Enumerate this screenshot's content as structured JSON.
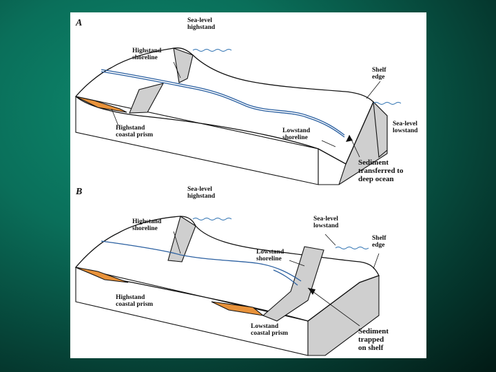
{
  "panel_a": {
    "letter": "A",
    "sea_level_highstand": [
      "Sea-level",
      "highstand"
    ],
    "highstand_shoreline": [
      "Highstand",
      "shoreline"
    ],
    "shelf_edge": [
      "Shelf",
      "edge"
    ],
    "sea_level_lowstand": [
      "Sea-level",
      "lowstand"
    ],
    "highstand_coastal_prism": [
      "Highstand",
      "coastal prism"
    ],
    "lowstand_shoreline": [
      "Lowstand",
      "shoreline"
    ],
    "sediment_note": [
      "Sediment",
      "transferred to",
      "deep ocean"
    ]
  },
  "panel_b": {
    "letter": "B",
    "sea_level_highstand": [
      "Sea-level",
      "highstand"
    ],
    "highstand_shoreline": [
      "Highstand",
      "shoreline"
    ],
    "sea_level_lowstand": [
      "Sea-level",
      "lowstand"
    ],
    "shelf_edge": [
      "Shelf",
      "edge"
    ],
    "lowstand_shoreline": [
      "Lowstand",
      "shoreline"
    ],
    "highstand_coastal_prism": [
      "Highstand",
      "coastal prism"
    ],
    "lowstand_coastal_prism": [
      "Lowstand",
      "coastal prism"
    ],
    "sediment_note": [
      "Sediment",
      "trapped",
      "on shelf"
    ]
  },
  "colors": {
    "background": "#0a6f5a",
    "coastal_prism": "#e8923a",
    "shelf_face": "#cfcfcf",
    "river": "#2a5fa0"
  }
}
